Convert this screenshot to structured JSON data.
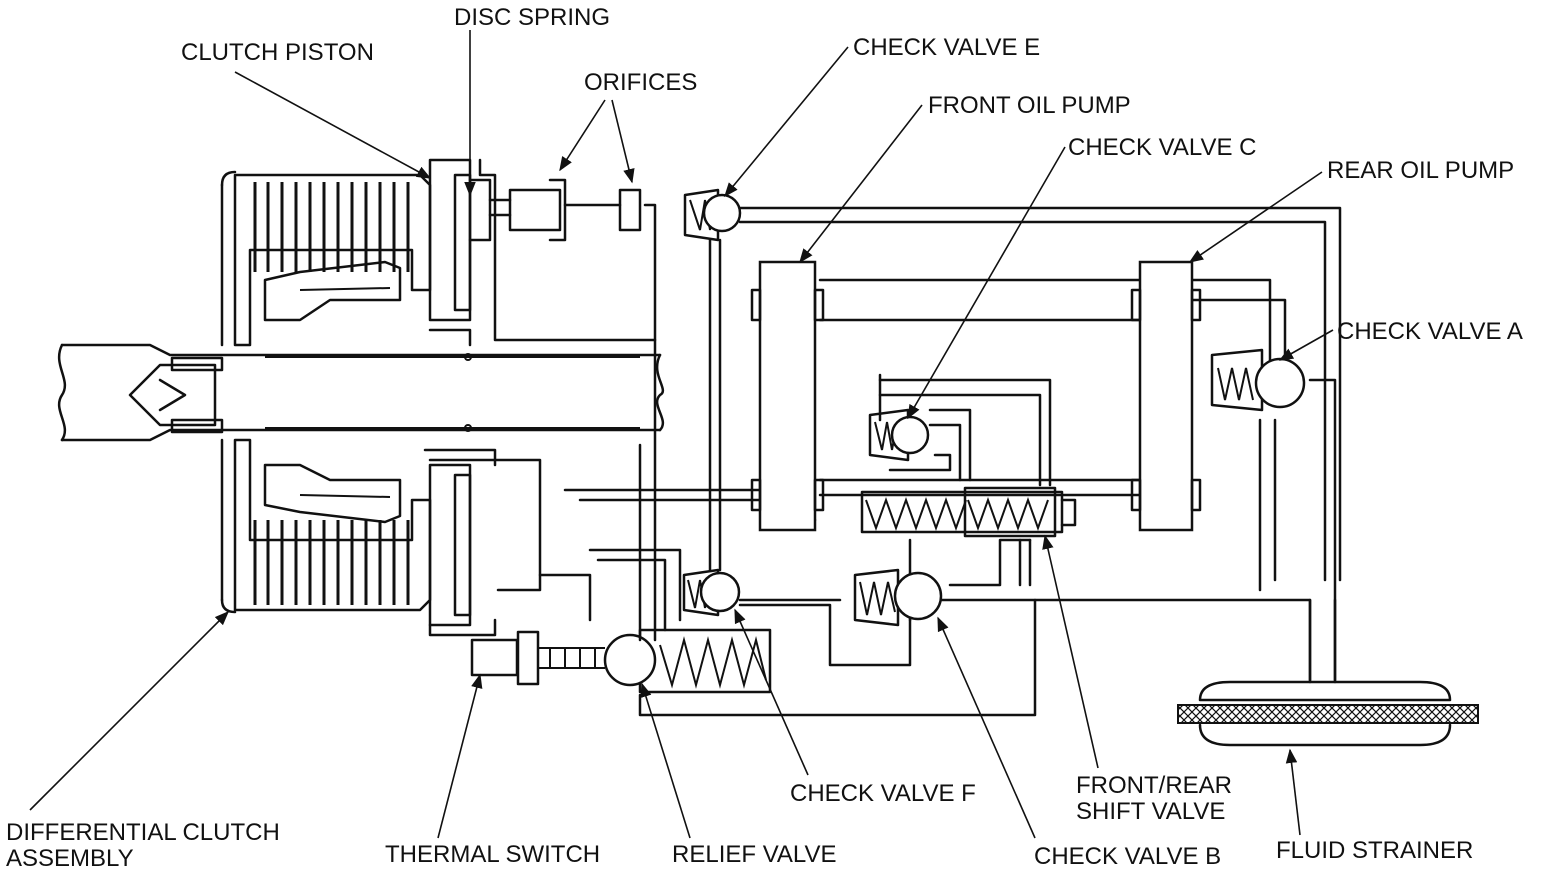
{
  "labels": {
    "disc_spring": "DISC SPRING",
    "clutch_piston": "CLUTCH PISTON",
    "orifices": "ORIFICES",
    "check_valve_e": "CHECK VALVE E",
    "front_oil_pump": "FRONT OIL PUMP",
    "check_valve_c": "CHECK VALVE C",
    "rear_oil_pump": "REAR OIL PUMP",
    "check_valve_a": "CHECK VALVE A",
    "differential_clutch_assembly_1": "DIFFERENTIAL CLUTCH",
    "differential_clutch_assembly_2": "ASSEMBLY",
    "thermal_switch": "THERMAL SWITCH",
    "relief_valve": "RELIEF VALVE",
    "check_valve_f": "CHECK VALVE F",
    "front_rear_shift_valve_1": "FRONT/REAR",
    "front_rear_shift_valve_2": "SHIFT VALVE",
    "check_valve_b": "CHECK VALVE B",
    "fluid_strainer": "FLUID STRAINER"
  }
}
